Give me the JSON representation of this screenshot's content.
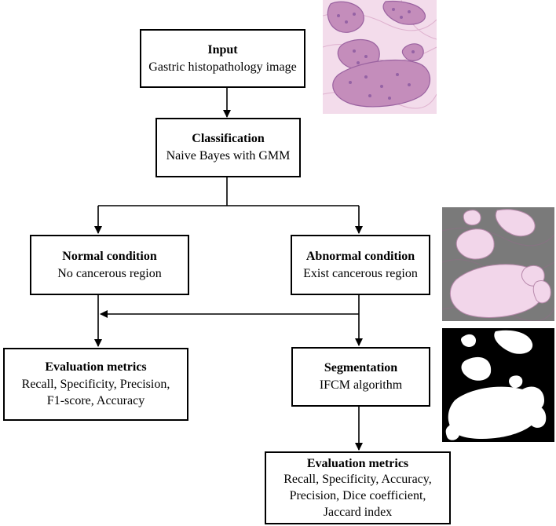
{
  "input": {
    "title": "Input",
    "body": "Gastric histopathology image"
  },
  "classification": {
    "title": "Classification",
    "body": "Naive Bayes with GMM"
  },
  "normal": {
    "title": "Normal condition",
    "body": "No cancerous region"
  },
  "abnormal": {
    "title": "Abnormal condition",
    "body": "Exist cancerous region"
  },
  "eval_left": {
    "title": "Evaluation metrics",
    "body": "Recall, Specificity, Precision,\nF1-score, Accuracy"
  },
  "segmentation": {
    "title": "Segmentation",
    "body": "IFCM algorithm"
  },
  "eval_bottom": {
    "title": "Evaluation metrics",
    "body": "Recall, Specificity, Accuracy,\nPrecision, Dice coefficient,\nJaccard index"
  },
  "colors": {
    "tissue_pink": "#e6b8d8",
    "tissue_purple": "#8a5aa8",
    "mask_bg": "#000000",
    "mask_fg": "#ffffff",
    "overlay_gray": "#7a7a7a"
  }
}
